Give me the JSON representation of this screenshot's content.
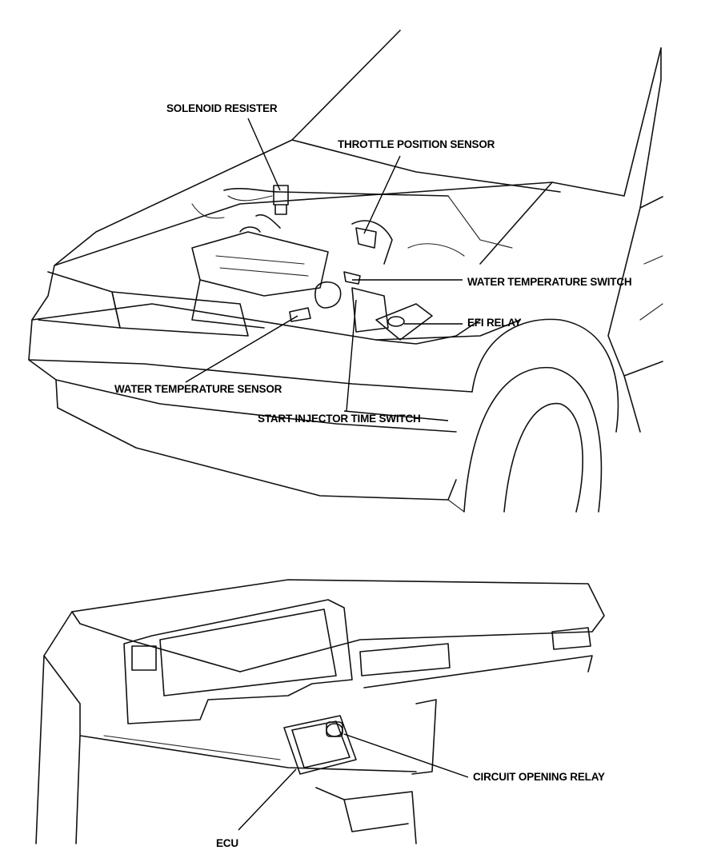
{
  "labels": {
    "solenoid_resister": "SOLENOID RESISTER",
    "throttle_position_sensor": "THROTTLE POSITION SENSOR",
    "water_temperature_switch": "WATER TEMPERATURE SWITCH",
    "efi_relay": "EFI RELAY",
    "water_temperature_sensor": "WATER TEMPERATURE SENSOR",
    "start_injector_time_switch": "START INJECTOR TIME SWITCH",
    "circuit_opening_relay": "CIRCUIT OPENING RELAY",
    "ecu": "ECU"
  },
  "colors": {
    "line": "#111111",
    "background": "#ffffff"
  }
}
